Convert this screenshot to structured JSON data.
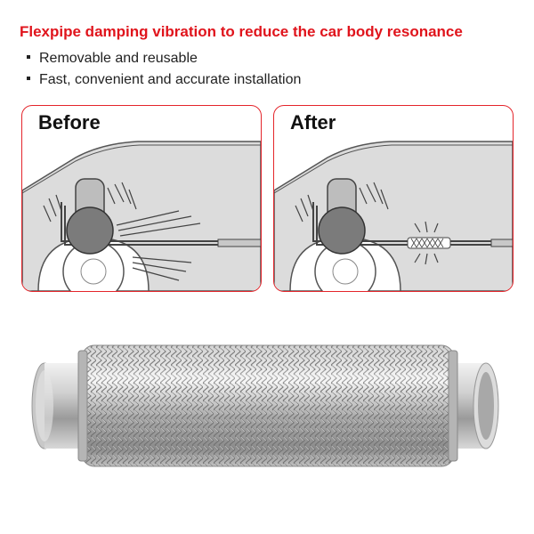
{
  "header": {
    "title": "Flexpipe damping vibration to reduce the car body resonance",
    "bullets": [
      "Removable and reusable",
      "Fast, convenient and accurate installation"
    ]
  },
  "panels": {
    "before": {
      "label": "Before"
    },
    "after": {
      "label": "After"
    }
  },
  "colors": {
    "accent": "#e0141c",
    "panel_border": "#e4252b",
    "car_body": "#d9d9d9"
  }
}
